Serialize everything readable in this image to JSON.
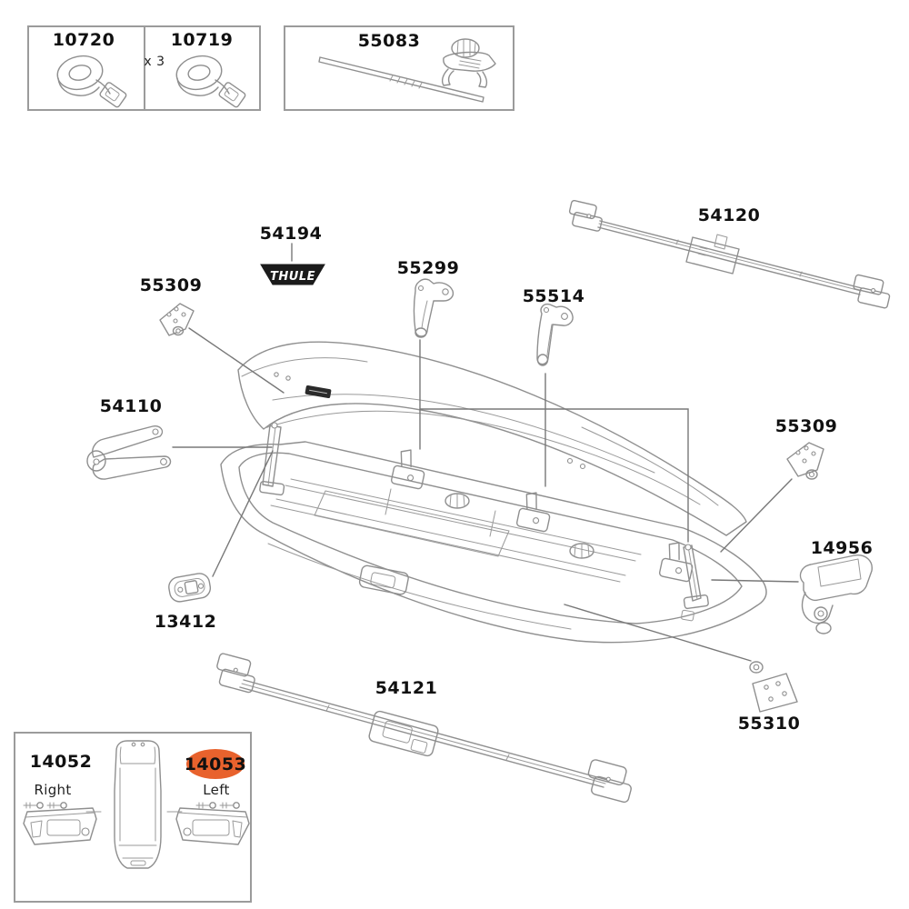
{
  "colors": {
    "line": "#8f8f8f",
    "leader": "#787878",
    "label": "#111111",
    "highlight": "#e8622d",
    "badge_bg": "#1b1b1b",
    "badge_text": "#ffffff"
  },
  "brand": {
    "name": "THULE"
  },
  "kits": {
    "straps": {
      "part_left": "10720",
      "part_right": "10719",
      "qty_right": "x 3"
    },
    "tool": {
      "part": "55083"
    }
  },
  "labels": {
    "badge": "54194",
    "lid_bracket_front": "55299",
    "lid_bracket_middle": "55514",
    "rear_rail": "54120",
    "corner_bracket_front_left": "55309",
    "lid_lifter": "54110",
    "corner_bracket_rear_right": "55309",
    "tensioner": "14956",
    "hinge_plate": "13412",
    "front_rail": "54121",
    "corner_bracket_bottom_right": "55310"
  },
  "endcaps": {
    "right_part": "14052",
    "right_side": "Right",
    "left_part": "14053",
    "left_side": "Left"
  }
}
